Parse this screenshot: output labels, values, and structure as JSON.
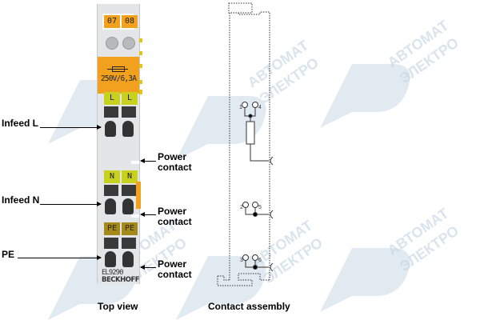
{
  "terminal": {
    "numbers": [
      "07",
      "08"
    ],
    "rating": "250V/6,3A",
    "model": "EL9290",
    "brand": "BECKHOFF",
    "tags": {
      "l": [
        "L",
        "L"
      ],
      "n": [
        "N",
        "N"
      ],
      "pe": [
        "PE",
        "PE"
      ]
    },
    "pins": {
      "l": [
        "1",
        "4"
      ],
      "n": [
        "2",
        "5"
      ],
      "pe": [
        "3",
        "6"
      ]
    },
    "colors": {
      "orange": "#f2a11f",
      "yellow_green": "#c8d21e",
      "olive": "#a38a1a",
      "body": "#e4e5e7"
    }
  },
  "labels": {
    "infeed_l": "Infeed L",
    "infeed_n": "Infeed N",
    "pe": "PE",
    "power_contact_1": "Power\ncontact",
    "power_contact_2": "Power\ncontact",
    "power_contact_3": "Power\ncontact"
  },
  "captions": {
    "top_view": "Top view",
    "contact_assembly": "Contact assembly"
  },
  "schematic": {
    "pins": [
      "1",
      "4",
      "2",
      "5",
      "3",
      "6"
    ]
  },
  "watermark": {
    "line1": "АВТОМАТ",
    "line2": "ЭЛЕКТРО"
  }
}
